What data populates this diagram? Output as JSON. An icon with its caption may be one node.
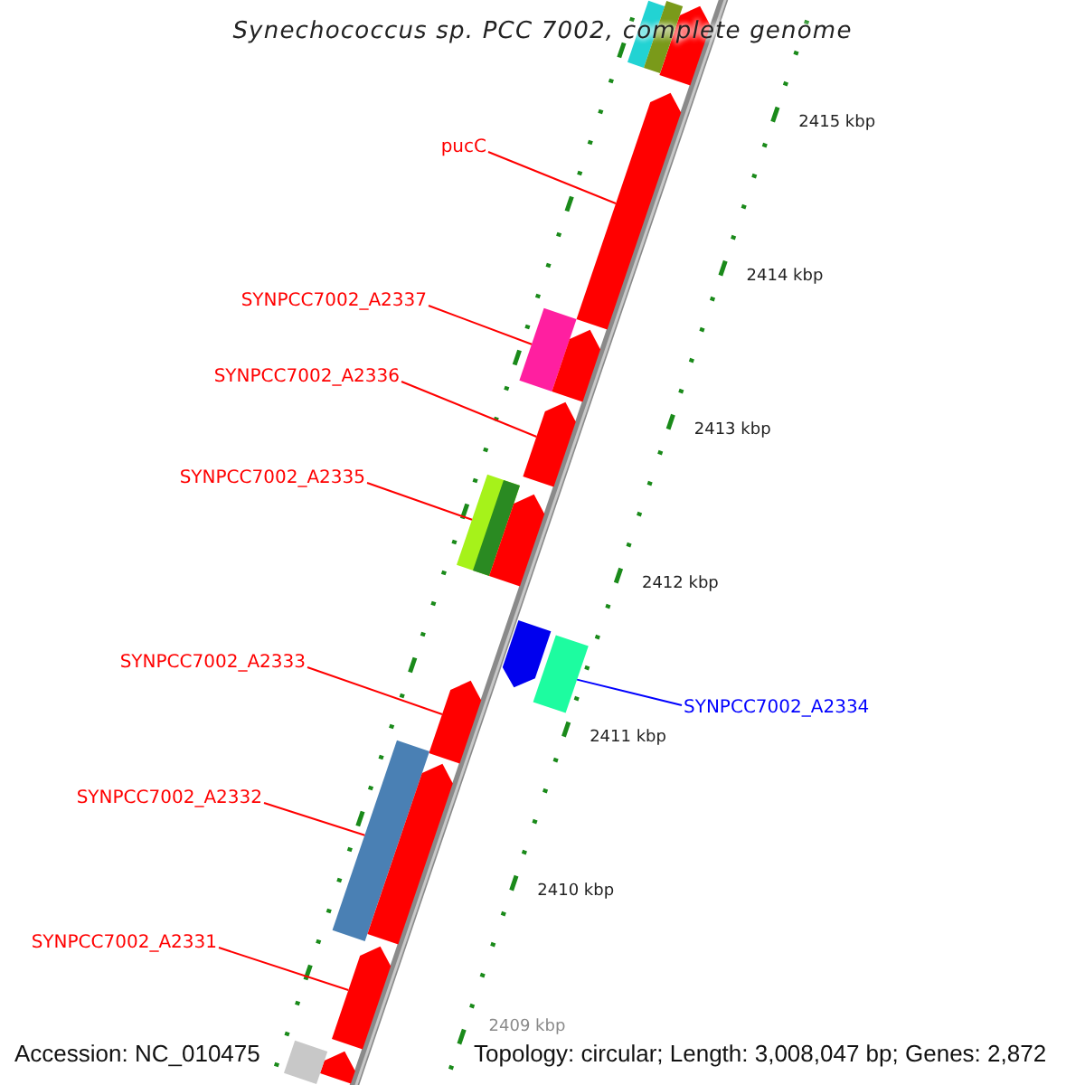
{
  "diagram": {
    "title": "Synechococcus sp. PCC 7002, complete genome",
    "nodes": [
      {
        "text": [
          "pucC"
        ]
      },
      {
        "text": [
          "SYNPCC7002_A2337"
        ]
      },
      {
        "text": [
          "SYNPCC7002_A2336"
        ]
      },
      {
        "text": [
          "SYNPCC7002_A2335"
        ]
      },
      {
        "text": [
          "SYNPCC7002_A2333"
        ]
      },
      {
        "text": [
          "SYNPCC7002_A2334"
        ]
      },
      {
        "text": [
          "SYNPCC7002_A2332"
        ]
      },
      {
        "text": [
          "SYNPCC7002_A2331"
        ]
      },
      {
        "text": [],
        "shape": "arrow"
      },
      {
        "text": [],
        "shape": "bar"
      },
      {
        "text": [],
        "shape": "bar"
      },
      {
        "text": [],
        "shape": "arrow"
      },
      {
        "text": [],
        "shape": "bar"
      },
      {
        "text": [],
        "shape": "arrow"
      },
      {
        "text": [],
        "shape": "arrow"
      },
      {
        "text": [],
        "shape": "bar"
      },
      {
        "text": [],
        "shape": "arrow"
      },
      {
        "text": [],
        "shape": "arrow"
      },
      {
        "text": [],
        "shape": "bar"
      },
      {
        "text": [],
        "shape": "arrow"
      },
      {
        "text": [],
        "shape": "bar"
      },
      {
        "text": [],
        "shape": "arrow"
      },
      {
        "text": [],
        "shape": "arrow"
      },
      {
        "text": [],
        "shape": "arrow"
      },
      {
        "text": [],
        "shape": "bar"
      }
    ],
    "edges": [
      {
        "from": 0,
        "to": 11,
        "arrow": "none"
      },
      {
        "from": 1,
        "to": 12,
        "arrow": "none"
      },
      {
        "from": 2,
        "to": 14,
        "arrow": "none"
      },
      {
        "from": 3,
        "to": 15,
        "arrow": "none"
      },
      {
        "from": 4,
        "to": 19,
        "arrow": "none"
      },
      {
        "from": 5,
        "to": 18,
        "arrow": "none",
        "color": "#0000ff"
      },
      {
        "from": 6,
        "to": 20,
        "arrow": "none"
      },
      {
        "from": 7,
        "to": 22,
        "arrow": "none"
      }
    ],
    "labels": [
      "2415 kbp",
      "2414 kbp",
      "2413 kbp",
      "2412 kbp",
      "2411 kbp",
      "2410 kbp",
      "2409 kbp",
      "Accession: NC_010475",
      "Topology: circular; Length: 3,008,047 bp; Genes: 2,872"
    ]
  }
}
